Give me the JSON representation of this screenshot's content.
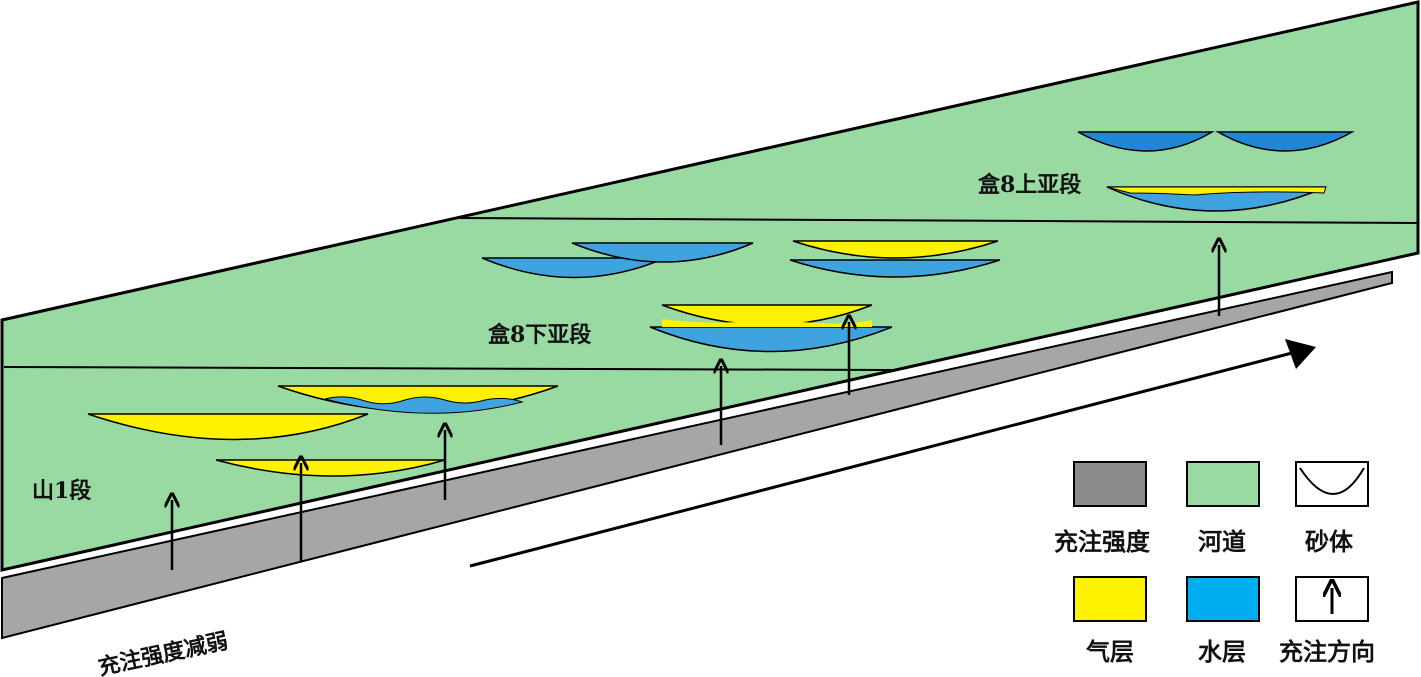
{
  "labels": {
    "shan1": "山1段",
    "he8_lower": "盒8下亚段",
    "he8_upper": "盒8上亚段",
    "bottom_caption": "充注强度减弱"
  },
  "legend": {
    "items": [
      {
        "key": "intensity",
        "label": "充注强度",
        "color": "#8c8c8c"
      },
      {
        "key": "channel",
        "label": "河道",
        "color": "#99d9a2"
      },
      {
        "key": "sand",
        "label": "砂体",
        "icon": "sandbody-icon"
      },
      {
        "key": "gas",
        "label": "气层",
        "color": "#fff200"
      },
      {
        "key": "water",
        "label": "水层",
        "color": "#00aeef"
      },
      {
        "key": "direction",
        "label": "充注方向",
        "icon": "up-arrow-icon"
      }
    ]
  },
  "colors": {
    "channel_fill": "#99d9a2",
    "base_fill": "#a6a6a6",
    "gas": "#fff200",
    "water": "#3fa3e0",
    "water_dark": "#1e88d6"
  }
}
